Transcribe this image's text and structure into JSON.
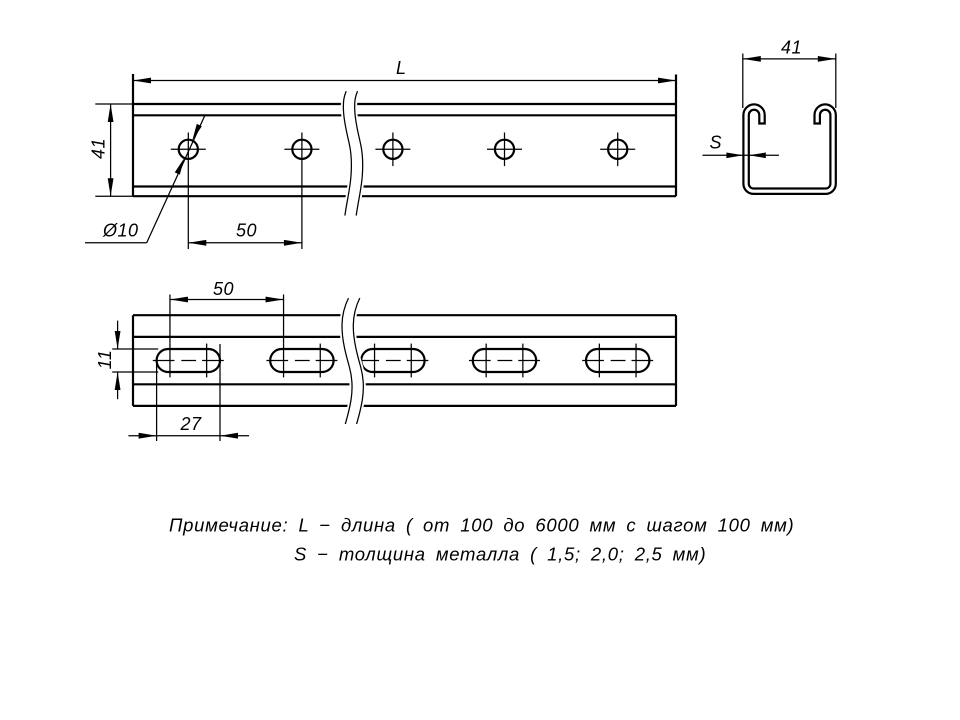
{
  "drawing": {
    "colors": {
      "line": "#000000",
      "background": "#ffffff"
    },
    "top_view": {
      "length_label": "L",
      "height_label": "41",
      "hole_diameter_label": "Ø10",
      "hole_spacing_label": "50"
    },
    "section_view": {
      "width_label": "41",
      "thickness_label": "S"
    },
    "bottom_view": {
      "slot_spacing_label": "50",
      "slot_height_label": "11",
      "slot_length_label": "27"
    },
    "note": {
      "line1": "Примечание: L − длина ( от 100 до 6000 мм с шагом 100 мм)",
      "line2": "S − толщина металла ( 1,5; 2,0; 2,5 мм)"
    }
  }
}
